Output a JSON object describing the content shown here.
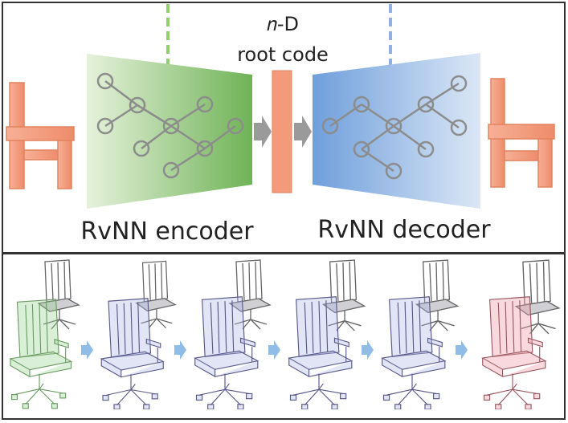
{
  "top_panel": {
    "root_code_line1": "𝑛-D",
    "root_code_line2": "root code",
    "encoder_label": "RvNN encoder",
    "decoder_label": "RvNN decoder"
  },
  "colors": {
    "encoder_green": "#7dbb63",
    "decoder_blue": "#7aa6dc",
    "chair_orange": "#f29a7a",
    "node_gray": "#8c8c8c",
    "arrow_gray": "#9a9a9a",
    "frame": "#333333",
    "interp_arrow": "#8fbde8"
  },
  "bottom_panel": {
    "sequence_steps": 6,
    "chair_icon": "office-chair-icon"
  }
}
